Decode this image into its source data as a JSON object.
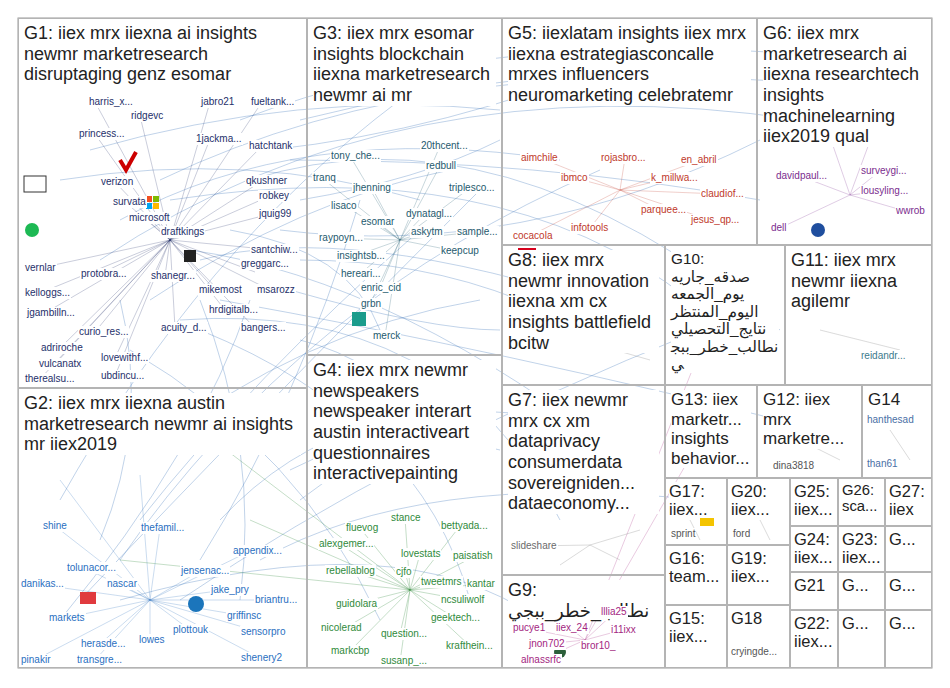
{
  "diagram": {
    "nodes": [
      {
        "text": [
          "G1: iiex mrx iiexna ai insights newmr marketresearch disruptaging genz esomar"
        ]
      },
      {
        "text": [
          "G2: iiex mrx iiexna austin marketresearch newmr ai insights mr iiex2019"
        ]
      },
      {
        "text": [
          "G3: iiex mrx esomar insights blockchain iiexna marketresearch newmr ai mr"
        ]
      },
      {
        "text": [
          "G4: iiex mrx newmr newspeakers newspeaker interart austin interactiveart questionnaires interactivepainting"
        ]
      },
      {
        "text": [
          "G5: iiexlatam insights iiex mrx iiexna estrategiasconcalle mrxes influencers neuromarketing celebratemr"
        ]
      },
      {
        "text": [
          "G6: iiex mrx marketresearch ai iiexna researchtech insights machinelearning iiex2019 qual"
        ]
      },
      {
        "text": [
          "G7: iiex newmr mrx cx xm dataprivacy consumerdata sovereigniden... dataeconomy..."
        ]
      },
      {
        "text": [
          "G8: iiex mrx newmr innovation iiexna xm cx insights battlefield bcitw"
        ]
      },
      {
        "text": [
          "G9: نطالب_خطر_ببجي"
        ]
      },
      {
        "text": [
          "G10: صدقه_جاريه يوم_الجمعه اليوم_المنتظر نتايج_التحصيلي نطالب_خطر_ببجي"
        ]
      },
      {
        "text": [
          "G11: iiex mrx newmr iiexna agilemr"
        ]
      },
      {
        "text": [
          "G12: iiex mrx marketre..."
        ]
      },
      {
        "text": [
          "G13: iiex marketr... insights behavior..."
        ]
      },
      {
        "text": [
          "G14"
        ]
      },
      {
        "text": [
          "G15: iiex..."
        ]
      },
      {
        "text": [
          "G16: team..."
        ]
      },
      {
        "text": [
          "G17: iiex..."
        ]
      },
      {
        "text": [
          "G18"
        ]
      },
      {
        "text": [
          "G19: iiex..."
        ]
      },
      {
        "text": [
          "G20: iiex..."
        ]
      },
      {
        "text": [
          "G21"
        ]
      },
      {
        "text": [
          "G22: iiex..."
        ]
      },
      {
        "text": [
          "G23: iiex..."
        ]
      },
      {
        "text": [
          "G24: iiex..."
        ]
      },
      {
        "text": [
          "G25: iiex..."
        ]
      },
      {
        "text": [
          "G26: sca..."
        ]
      },
      {
        "text": [
          "G27: iiex"
        ]
      },
      {
        "text": [
          "G..."
        ]
      },
      {
        "text": [
          "G..."
        ]
      },
      {
        "text": [
          "G..."
        ]
      },
      {
        "text": [
          "G..."
        ]
      },
      {
        "text": [
          "G..."
        ]
      }
    ],
    "labels": [
      "harris_x...",
      "jabro21",
      "fueltank...",
      "ridgevc",
      "princess...",
      "1jackma...",
      "hatchtank",
      "qkushner",
      "verizon",
      "robkey",
      "survata",
      "jquig99",
      "microsoft",
      "draftkings",
      "santchiw...",
      "vernlar",
      "protobra...",
      "shanegr...",
      "greggarc...",
      "mikemost",
      "msarozz",
      "kelloggs...",
      "jgambilln...",
      "hrdigitalb...",
      "acuity_d...",
      "bangers...",
      "curio_res...",
      "adriroche",
      "lovewithf...",
      "vulcanatx",
      "ubdincu...",
      "therealsu...",
      "shine",
      "thefamil...",
      "appendix...",
      "tolunacor...",
      "jensenac...",
      "danikas...",
      "nascar",
      "jake_pry",
      "briantru...",
      "markets",
      "griffinsc",
      "sensorpro",
      "plottouk",
      "lowes",
      "herasde...",
      "pinakir",
      "transgre...",
      "shenery2",
      "20thcent...",
      "tony_che...",
      "redbull",
      "tranq",
      "jhenning",
      "triplesco...",
      "lisaco",
      "dynatagl...",
      "esomar",
      "raypoyn...",
      "askytm",
      "sample...",
      "keepcup",
      "insightsb...",
      "hereari...",
      "enric_cid",
      "grbn",
      "merck",
      "stance",
      "fluevog",
      "bettyada...",
      "alexgemer...",
      "lovestats",
      "paisatish",
      "rebellablog",
      "cjfo",
      "tweetmrs",
      "kantar",
      "ncsuliwolf",
      "guidolara",
      "geektech...",
      "nicolerad",
      "question...",
      "krafthein...",
      "markcbp",
      "susanp_...",
      "aimchile",
      "rojasbro...",
      "en_abril",
      "ibmco",
      "k_millwa...",
      "claudiof...",
      "parquee...",
      "jesus_qp...",
      "infotools",
      "cocacola",
      "davidpaul...",
      "surveygi...",
      "lousyling...",
      "wwrob",
      "dell",
      "slideshare",
      "lllia25",
      "iiex_24",
      "pucye1",
      "i11ixx",
      "jnon702",
      "bror10_",
      "alnassrfc",
      "reidandr...",
      "dina3818",
      "hanthesad",
      "than61",
      "sprint",
      "ford",
      "cryingde..."
    ]
  }
}
